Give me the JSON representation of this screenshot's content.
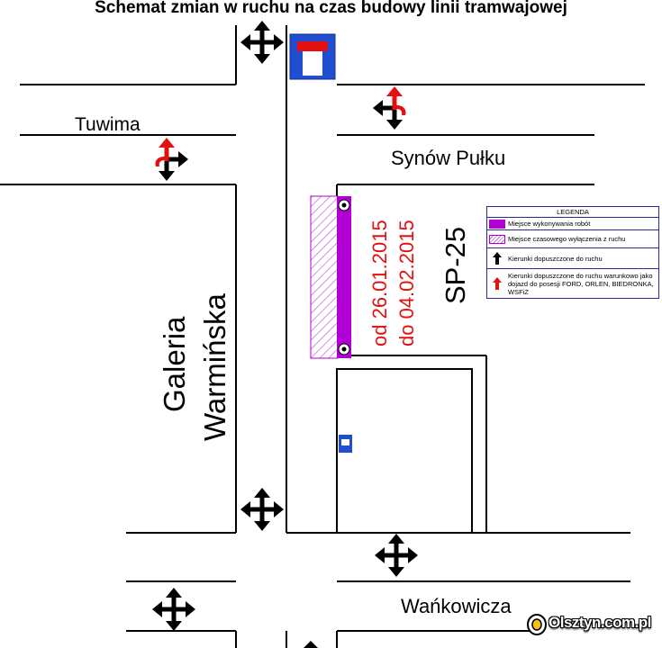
{
  "title": "Schemat zmian w ruchu na czas budowy linii tramwajowej",
  "streets": {
    "tuwima": "Tuwima",
    "synow_pulku": "Synów Pułku",
    "wankowicza": "Wańkowicza",
    "galeria_line1": "Galeria",
    "galeria_line2": "Warmińska",
    "road_number": "SP-25"
  },
  "dates": {
    "from": "od 26.01.2015",
    "to": "do 04.02.2015"
  },
  "legend": {
    "title": "LEGENDA",
    "work_area": "Miejsce wykonywania robót",
    "temporary_closure": "Miejsce czasowego wyłączenia z ruchu",
    "allowed_directions": "Kierunki dopuszczone do ruchu",
    "conditional_directions": "Kierunki dopuszczone do ruchu warunkowo jako dojazd do posesji FORD, ORLEN, BIEDRONKA, WSFiZ"
  },
  "watermark": "Olsztyn.com.pl",
  "colors": {
    "work_area": "#b200d4",
    "closure_hatch": "#c868e0",
    "conditional_arrow": "#e41010",
    "allowed_arrow": "#000000",
    "dead_end_sign": "#1f4fd0"
  },
  "icons": {
    "dead_end_sign": "dead-end-road-sign-icon",
    "bus_stop": "bus-stop-icon"
  }
}
